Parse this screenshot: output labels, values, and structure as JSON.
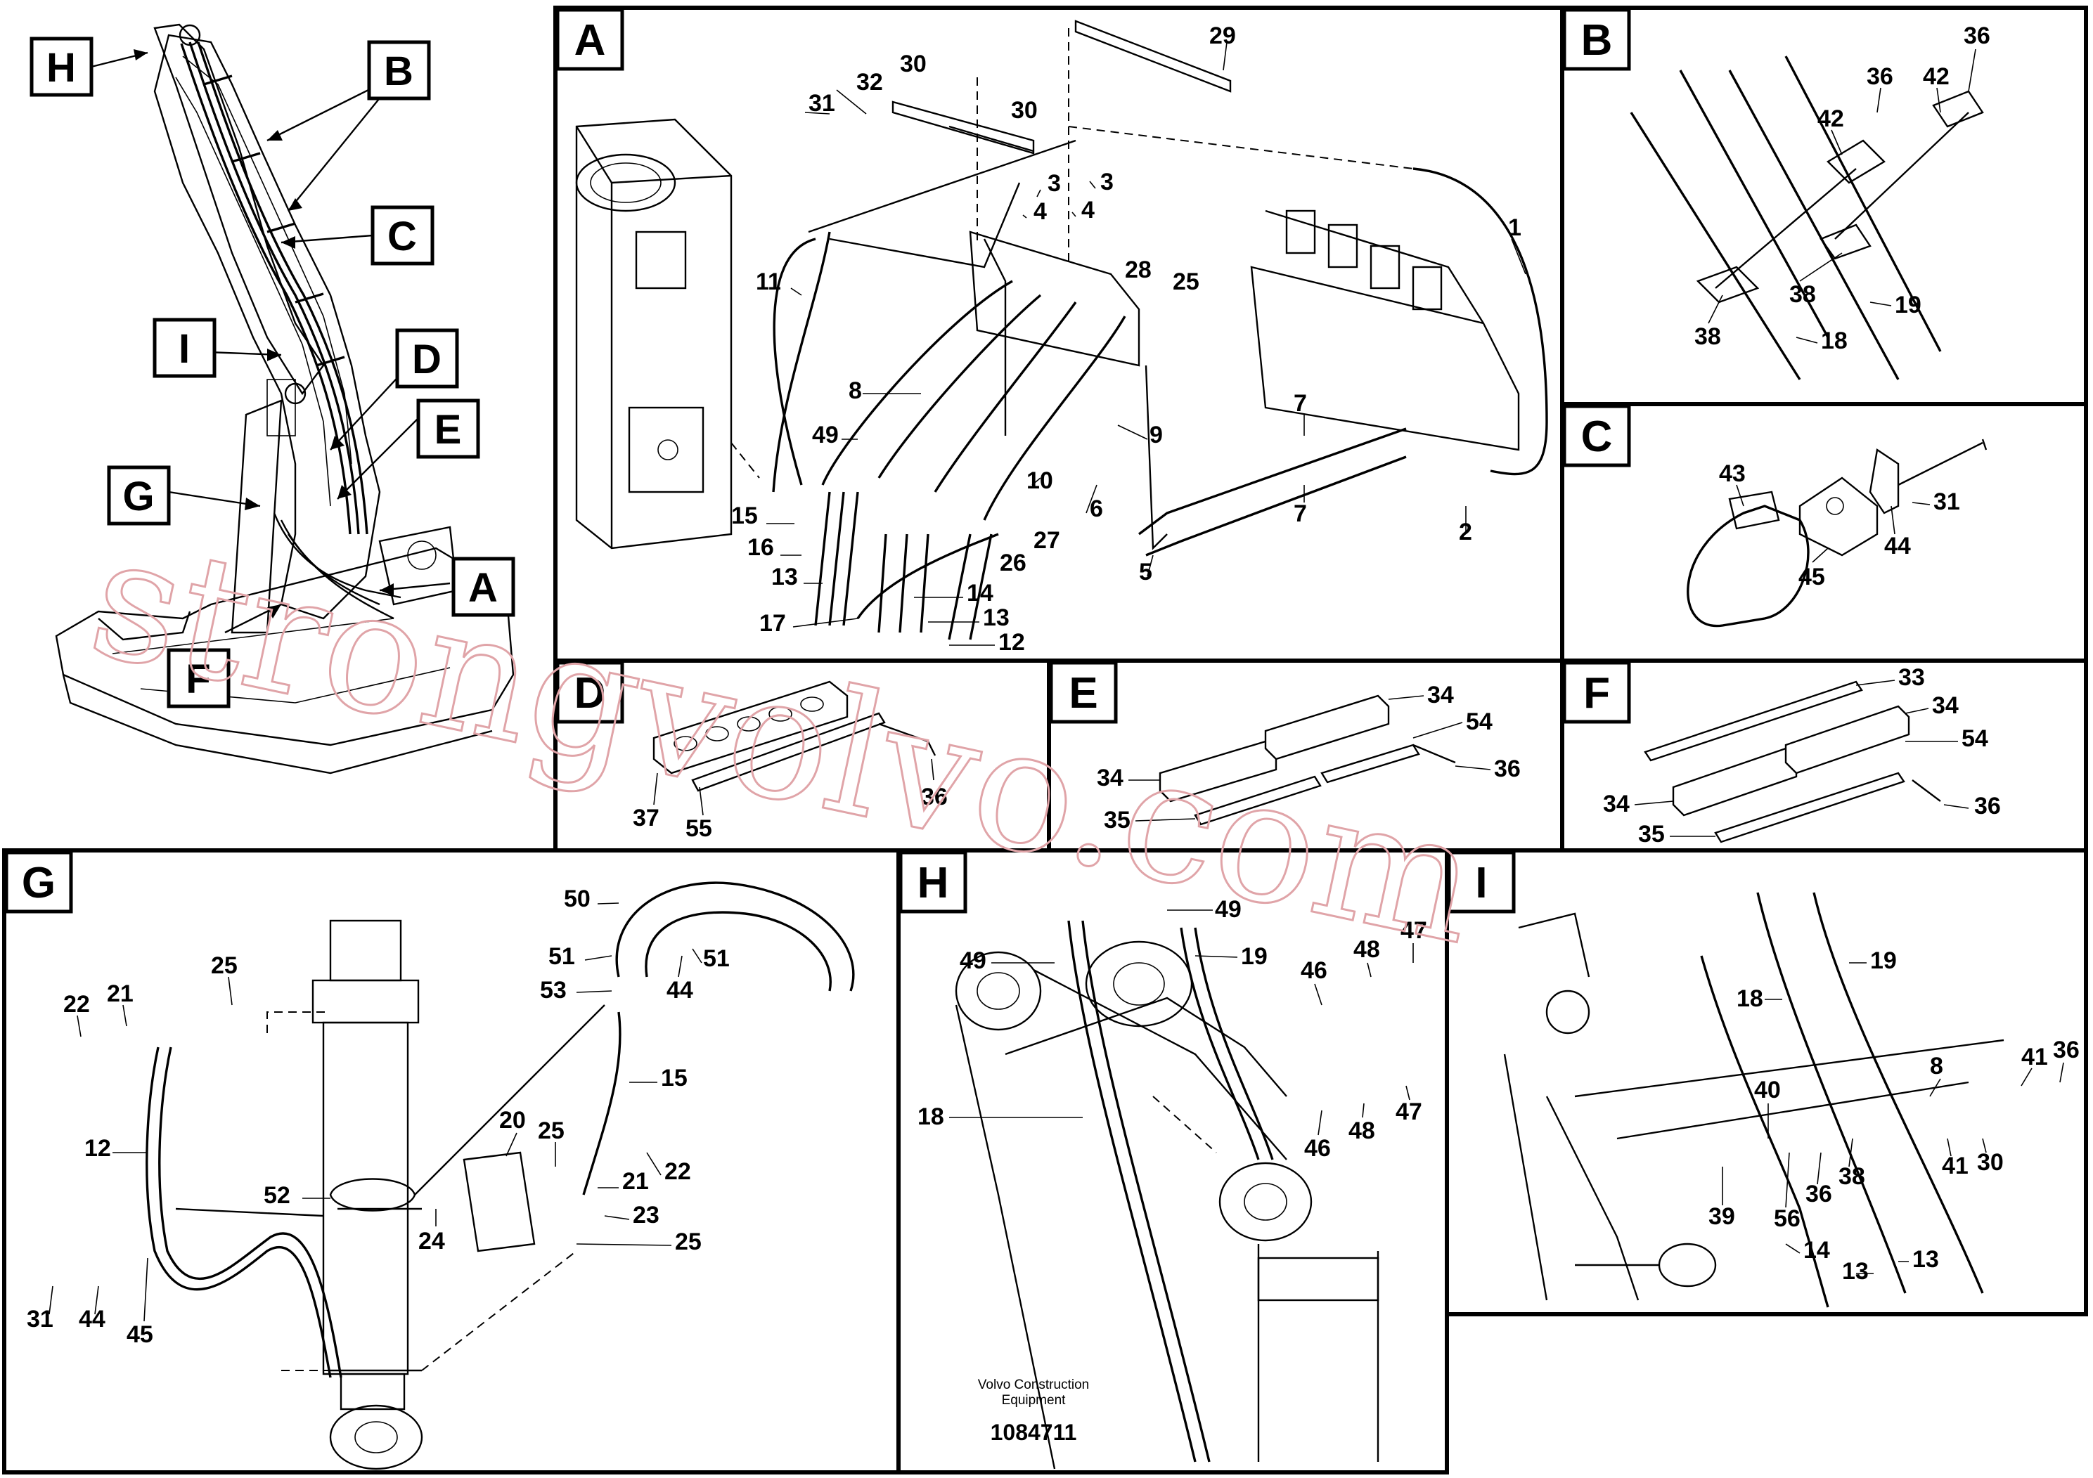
{
  "diagram_id": "1084711",
  "publisher_line1": "Volvo Construction",
  "publisher_line2": "Equipment",
  "watermark": "strongvolvo.com",
  "overview_tags": [
    "H",
    "B",
    "C",
    "I",
    "D",
    "E",
    "G",
    "A",
    "F"
  ],
  "panels": {
    "A": {
      "label": "A",
      "numbers": [
        "29",
        "30",
        "32",
        "31",
        "30",
        "3",
        "4",
        "3",
        "4",
        "1",
        "11",
        "28",
        "25",
        "8",
        "9",
        "49",
        "10",
        "15",
        "16",
        "13",
        "17",
        "14",
        "13",
        "12",
        "26",
        "27",
        "6",
        "7",
        "7",
        "2",
        "5"
      ]
    },
    "B": {
      "label": "B",
      "numbers": [
        "36",
        "36",
        "42",
        "42",
        "38",
        "38",
        "19",
        "18"
      ]
    },
    "C": {
      "label": "C",
      "numbers": [
        "43",
        "31",
        "44",
        "45"
      ]
    },
    "D": {
      "label": "D",
      "numbers": [
        "37",
        "55",
        "36"
      ]
    },
    "E": {
      "label": "E",
      "numbers": [
        "34",
        "54",
        "34",
        "36",
        "35"
      ]
    },
    "F": {
      "label": "F",
      "numbers": [
        "33",
        "34",
        "54",
        "34",
        "36",
        "35"
      ]
    },
    "G": {
      "label": "G",
      "numbers": [
        "25",
        "22",
        "21",
        "12",
        "31",
        "44",
        "45",
        "52",
        "24",
        "20",
        "25",
        "23",
        "25",
        "21",
        "22",
        "15",
        "53",
        "51",
        "50",
        "44",
        "51"
      ]
    },
    "H": {
      "label": "H",
      "numbers": [
        "49",
        "49",
        "19",
        "18",
        "47",
        "48",
        "46",
        "48",
        "46",
        "47"
      ]
    },
    "I": {
      "label": "I",
      "numbers": [
        "19",
        "18",
        "36",
        "41",
        "40",
        "8",
        "38",
        "36",
        "56",
        "39",
        "14",
        "13",
        "13",
        "41",
        "30"
      ]
    }
  }
}
